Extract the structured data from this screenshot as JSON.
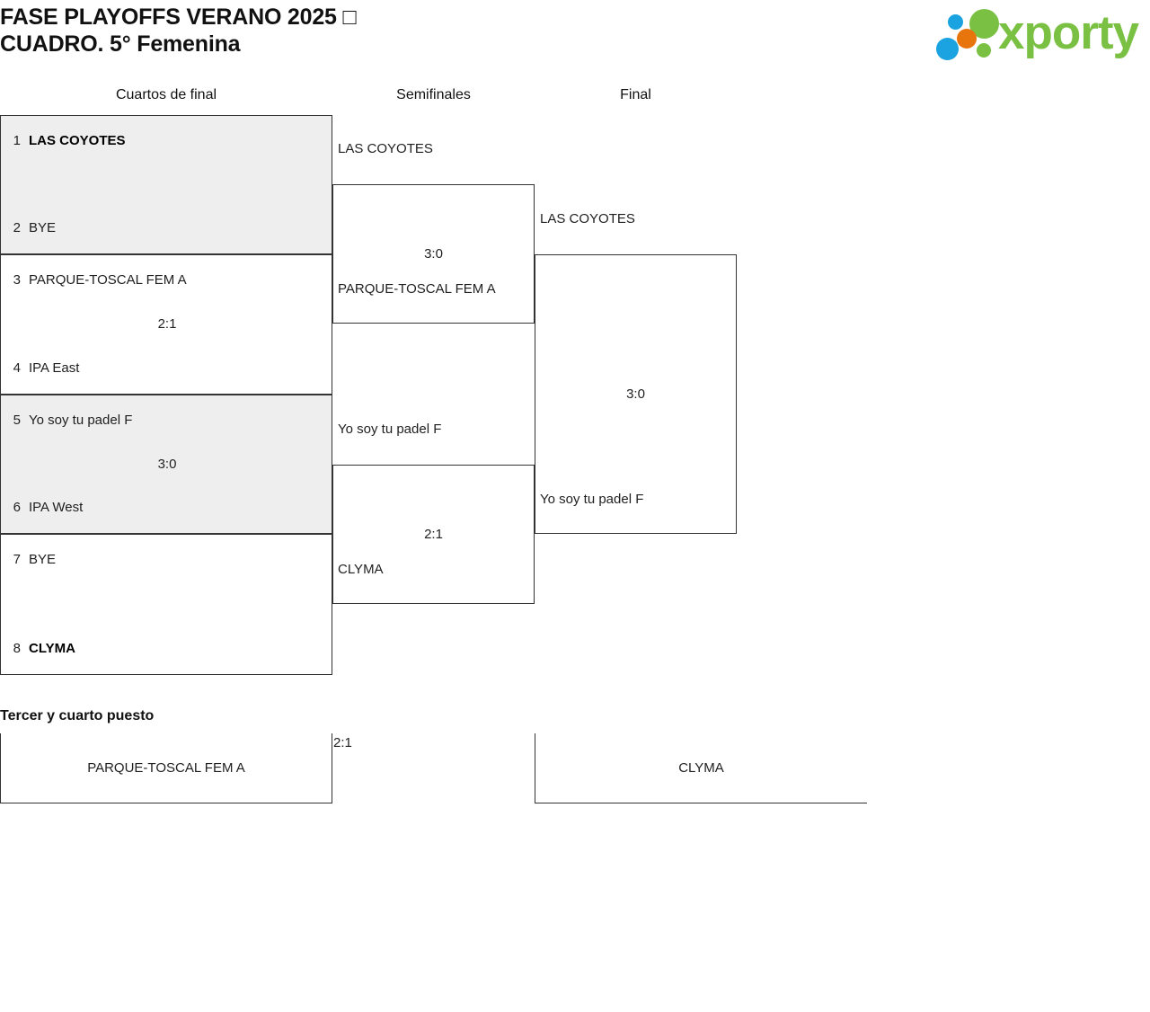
{
  "header": {
    "title": "FASE PLAYOFFS VERANO 2025 □\nCUADRO. 5° Femenina",
    "logo_text": "xporty"
  },
  "rounds": [
    {
      "key": "qf",
      "label": "Cuartos de final"
    },
    {
      "key": "semi",
      "label": "Semifinales"
    },
    {
      "key": "final",
      "label": "Final"
    }
  ],
  "quarterfinals": [
    {
      "shaded": true,
      "score": "",
      "top": {
        "seed": "1",
        "name": "LAS COYOTES",
        "winner": true
      },
      "bottom": {
        "seed": "2",
        "name": "BYE",
        "winner": false
      }
    },
    {
      "shaded": false,
      "score": "2:1",
      "top": {
        "seed": "3",
        "name": "PARQUE-TOSCAL FEM A",
        "winner": false
      },
      "bottom": {
        "seed": "4",
        "name": "IPA East",
        "winner": false
      }
    },
    {
      "shaded": true,
      "score": "3:0",
      "top": {
        "seed": "5",
        "name": "Yo soy tu padel F",
        "winner": false
      },
      "bottom": {
        "seed": "6",
        "name": "IPA West",
        "winner": false
      }
    },
    {
      "shaded": false,
      "score": "",
      "top": {
        "seed": "7",
        "name": "BYE",
        "winner": false
      },
      "bottom": {
        "seed": "8",
        "name": "CLYMA",
        "winner": true
      }
    }
  ],
  "semifinals": [
    {
      "score": "3:0",
      "top_label": "LAS COYOTES",
      "bottom_label": "PARQUE-TOSCAL FEM A"
    },
    {
      "score": "2:1",
      "top_label": "Yo soy tu padel F",
      "bottom_label": "CLYMA"
    }
  ],
  "final": {
    "score": "3:0",
    "top_label": "LAS COYOTES",
    "bottom_label": "Yo soy tu padel F"
  },
  "third_place": {
    "title": "Tercer y cuarto puesto",
    "left_team": "PARQUE-TOSCAL FEM A",
    "score": "2:1",
    "right_team": "CLYMA"
  },
  "colors": {
    "shaded_cell": "#eeeeee",
    "line": "#333333",
    "logo_green": "#7ac143",
    "logo_blue": "#1aa3e0",
    "logo_orange": "#e8740c"
  }
}
